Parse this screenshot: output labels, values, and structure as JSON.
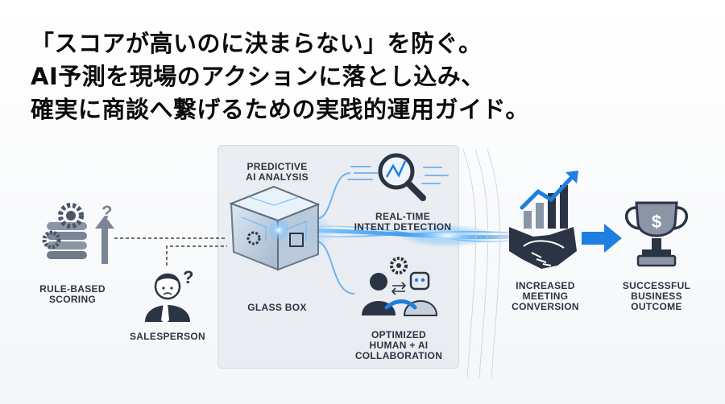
{
  "headline": {
    "line1": "「スコアが高いのに決まらない」を防ぐ。",
    "line2": "AI予測を現場のアクションに落とし込み、",
    "line3": "確実に商談へ繋げるための実践的運用ガイド。"
  },
  "labels": {
    "rule_based": [
      "RULE-BASED",
      "SCORING"
    ],
    "salesperson": "SALESPERSON",
    "predictive": [
      "PREDICTIVE",
      "AI ANALYSIS"
    ],
    "glass_box": "GLASS BOX",
    "intent": [
      "REAL-TIME",
      "INTENT DETECTION"
    ],
    "collab": [
      "OPTIMIZED",
      "HUMAN + AI",
      "COLLABORATION"
    ],
    "meeting": [
      "INCREASED",
      "MEETING",
      "CONVERSION"
    ],
    "outcome": [
      "SUCCESSFUL",
      "BUSINESS",
      "OUTCOME"
    ]
  },
  "colors": {
    "accent_blue": "#1e7fe0",
    "glow_blue": "#5ab4ff",
    "icon_dark": "#2a3444",
    "icon_gray": "#8a95a5"
  },
  "icons": {
    "rule_based": "gear-stack-icon",
    "salesperson": "confused-person-icon",
    "glass_box": "glass-cube-icon",
    "intent": "magnifier-icon",
    "collab": "human-robot-handshake-icon",
    "meeting": "handshake-growth-icon",
    "outcome": "trophy-icon"
  }
}
